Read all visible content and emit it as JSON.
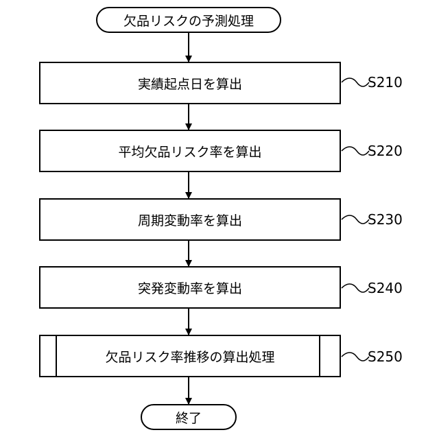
{
  "start": {
    "text": "欠品リスクの予測処理"
  },
  "end": {
    "text": "終了"
  },
  "steps": [
    {
      "text": "実績起点日を算出",
      "label": "S210",
      "predefined": false
    },
    {
      "text": "平均欠品リスク率を算出",
      "label": "S220",
      "predefined": false
    },
    {
      "text": "周期変動率を算出",
      "label": "S230",
      "predefined": false
    },
    {
      "text": "突発変動率を算出",
      "label": "S240",
      "predefined": false
    },
    {
      "text": "欠品リスク率推移の算出処理",
      "label": "S250",
      "predefined": true
    }
  ]
}
